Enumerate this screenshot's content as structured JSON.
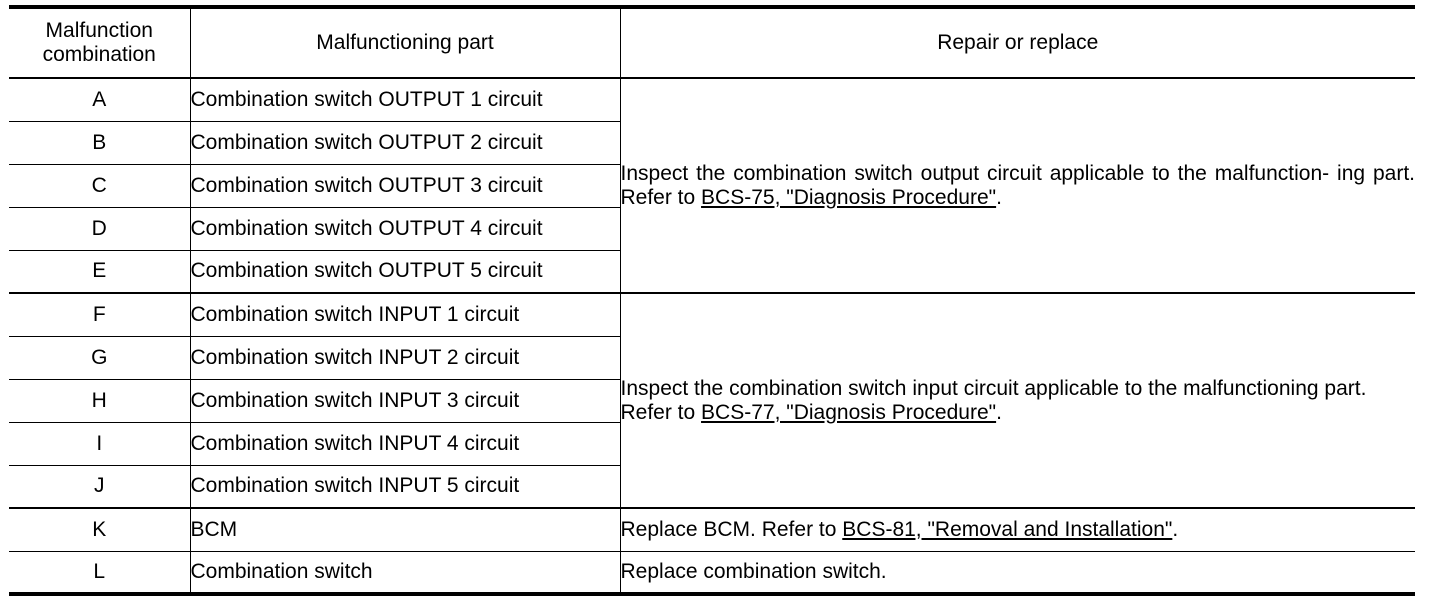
{
  "header": {
    "col1_line1": "Malfunction",
    "col1_line2": "combination",
    "col2": "Malfunctioning part",
    "col3": "Repair or replace"
  },
  "rows": [
    {
      "letter": "A",
      "part": "Combination switch OUTPUT 1 circuit"
    },
    {
      "letter": "B",
      "part": "Combination switch OUTPUT 2 circuit"
    },
    {
      "letter": "C",
      "part": "Combination switch OUTPUT 3 circuit"
    },
    {
      "letter": "D",
      "part": "Combination switch OUTPUT 4 circuit"
    },
    {
      "letter": "E",
      "part": "Combination switch OUTPUT 5 circuit"
    },
    {
      "letter": "F",
      "part": "Combination switch INPUT 1 circuit"
    },
    {
      "letter": "G",
      "part": "Combination switch INPUT 2 circuit"
    },
    {
      "letter": "H",
      "part": "Combination switch INPUT 3 circuit"
    },
    {
      "letter": "I",
      "part": "Combination switch INPUT 4 circuit"
    },
    {
      "letter": "J",
      "part": "Combination switch INPUT 5 circuit"
    },
    {
      "letter": "K",
      "part": "BCM"
    },
    {
      "letter": "L",
      "part": "Combination switch"
    }
  ],
  "actions": {
    "output": {
      "text_before": "Inspect the combination switch output circuit applicable to the malfunction- ing part. Refer to ",
      "link": "BCS-75, \"Diagnosis Procedure\"",
      "text_after": "."
    },
    "input": {
      "text_before": "Inspect the combination switch input circuit applicable to the malfunctioning part. Refer to ",
      "link": "BCS-77, \"Diagnosis Procedure\"",
      "text_after": "."
    },
    "bcm": {
      "text_before": "Replace BCM. Refer to ",
      "link": "BCS-81, \"Removal and Installation\"",
      "text_after": "."
    },
    "switch": {
      "text_before": "Replace combination switch."
    }
  }
}
